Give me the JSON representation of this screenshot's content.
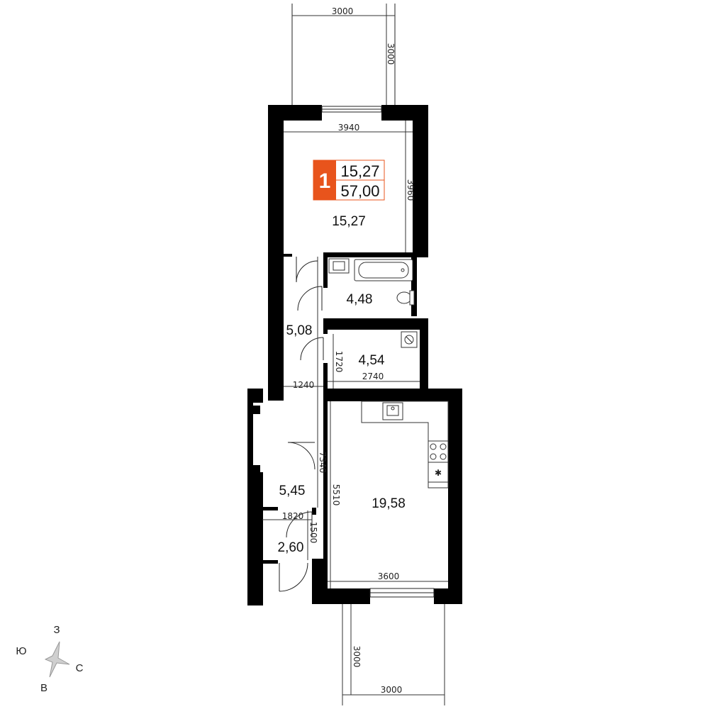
{
  "badge": {
    "rooms": "1",
    "living_area": "15,27",
    "total_area": "57,00",
    "color": "#e8541c"
  },
  "rooms": {
    "living_room": "15,27",
    "bathroom": "4,48",
    "corridor": "5,08",
    "storage": "4,54",
    "hallway": "5,45",
    "toilet": "2,60",
    "kitchen": "19,58"
  },
  "dimensions": {
    "balcony_top_width": "3000",
    "balcony_top_depth": "3000",
    "living_width": "3940",
    "living_depth": "3960",
    "storage_height": "1720",
    "storage_width": "2740",
    "corridor_width": "1240",
    "hall_length": "7340",
    "kitchen_depth": "5510",
    "toilet_width": "1820",
    "toilet_depth": "1500",
    "kitchen_width": "3600",
    "balcony_bottom_depth": "3000",
    "balcony_bottom_width": "3000"
  },
  "compass": {
    "north": "З",
    "west": "Ю",
    "east": "С",
    "south": "В"
  }
}
